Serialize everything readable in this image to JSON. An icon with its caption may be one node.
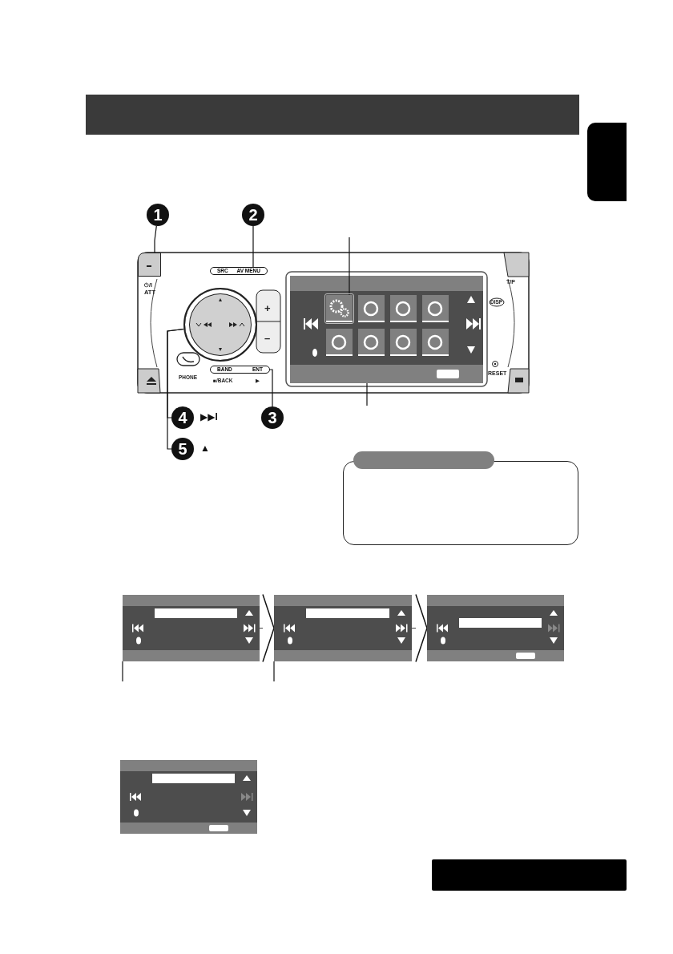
{
  "diagram": {
    "nodes": [
      {
        "text": [],
        "shape": "bar"
      },
      {
        "text": [],
        "shape": "box"
      },
      {
        "text": [
          "1"
        ]
      },
      {
        "text": [
          "2"
        ]
      },
      {
        "text": [
          "3"
        ]
      },
      {
        "text": [
          "4"
        ],
        "beside": [
          "▶▶I"
        ]
      },
      {
        "text": [
          "5"
        ],
        "beside": [
          "▲"
        ]
      },
      {
        "text": [],
        "shape": "box"
      },
      {
        "text": [
          "SRC",
          "AV MENU"
        ]
      },
      {
        "text": [
          "BAND",
          "ENT"
        ]
      },
      {
        "text": [],
        "shape": "circle"
      },
      {
        "text": [],
        "shape": "picture"
      },
      {
        "text": [],
        "shape": "bar"
      },
      {
        "text": [],
        "shape": "box"
      },
      {
        "text": [],
        "shape": "box"
      },
      {
        "text": [],
        "shape": "box"
      },
      {
        "text": [],
        "shape": "box"
      },
      {
        "text": [],
        "shape": "box"
      },
      {
        "text": [],
        "shape": "box"
      }
    ],
    "edges": [
      {
        "from": 2,
        "to": 7,
        "arrow": "none"
      },
      {
        "from": 3,
        "to": 8,
        "arrow": "none"
      },
      {
        "from": 4,
        "to": 9,
        "arrow": "none"
      },
      {
        "from": 5,
        "to": 10,
        "arrow": "none"
      },
      {
        "from": 6,
        "to": 10,
        "arrow": "none"
      },
      {
        "from": null,
        "to": 11,
        "arrow": "none"
      },
      {
        "from": null,
        "to": 12,
        "arrow": "none"
      },
      {
        "from": 14,
        "to": 15,
        "arrow": "to"
      },
      {
        "from": 15,
        "to": 16,
        "arrow": "to"
      },
      {
        "from": 14,
        "to": null,
        "arrow": "none"
      },
      {
        "from": 15,
        "to": null,
        "arrow": "none"
      }
    ],
    "labels": [
      "⏻/I",
      "ATT",
      "T/P",
      "DISP",
      "+",
      "–",
      "PHONE",
      "■/BACK",
      "▶",
      "RESET"
    ]
  }
}
